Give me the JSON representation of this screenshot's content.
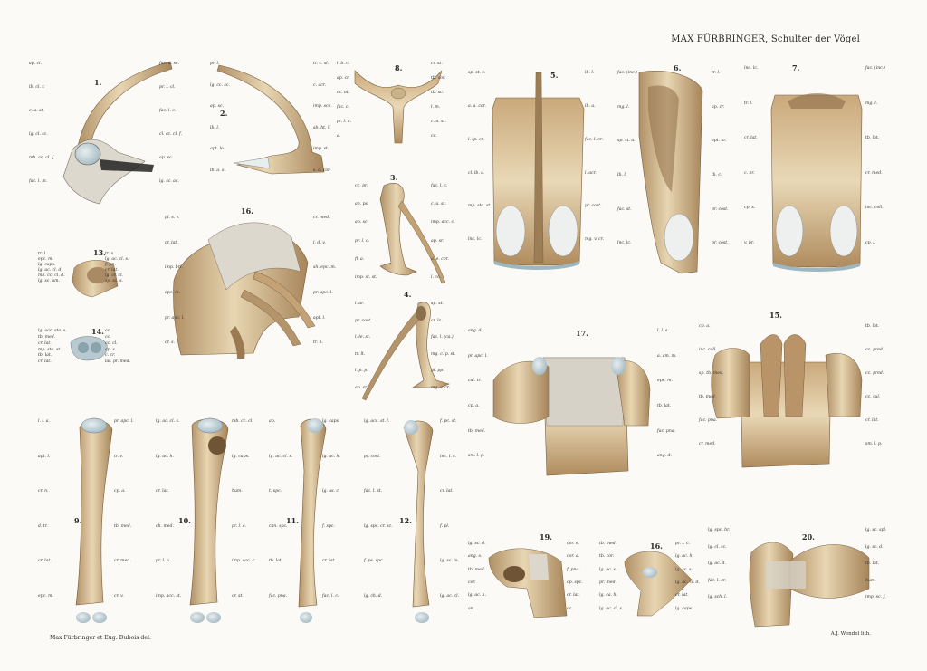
{
  "header": {
    "author": "MAX FÜRBRINGER,",
    "title": "Schulter der Vögel"
  },
  "footer": {
    "left": "Max Fürbringer et Eug. Dubois del.",
    "right": "A.J. Wendel lith."
  },
  "figures": [
    {
      "n": "1."
    },
    {
      "n": "2."
    },
    {
      "n": "3."
    },
    {
      "n": "4."
    },
    {
      "n": "5."
    },
    {
      "n": "6."
    },
    {
      "n": "7."
    },
    {
      "n": "8."
    },
    {
      "n": "9."
    },
    {
      "n": "10."
    },
    {
      "n": "11."
    },
    {
      "n": "12."
    },
    {
      "n": "13."
    },
    {
      "n": "14."
    },
    {
      "n": "15."
    },
    {
      "n": "16."
    },
    {
      "n": "16."
    },
    {
      "n": "17."
    },
    {
      "n": "19."
    },
    {
      "n": "20."
    }
  ],
  "labels": [
    "ap. cl.",
    "fac. a. sc.",
    "lb. cl. r.",
    "pr. l. cl.",
    "c. a. st.",
    "fac. l. c.",
    "lg. cl. sc.",
    "cl. cc. cl. f.",
    "mb. cc. cl. f.",
    "ap. sc.",
    "fac. l. m.",
    "lg. sc. ac.",
    "pr. l.",
    "tr. c. sl.",
    "lg. cc. sc.",
    "c. acr.",
    "ap. sc.",
    "imp. scc.",
    "lb. l.",
    "sb. ht. l.",
    "apt. lo.",
    "imp. st.",
    "lb. a. s.",
    "s. c. cor.",
    "l. b. c.",
    "cr. st.",
    "ap. cr.",
    "tb. cor.",
    "cc. at.",
    "tb. sc.",
    "fac. c.",
    "l. m.",
    "pr. l. c.",
    "c. a. st.",
    "a.",
    "cc.",
    "cc. pr.",
    "fac. l. c.",
    "an. ps.",
    "c. a. st.",
    "ap. sc.",
    "imp. acc. c.",
    "pr. l. c.",
    "ap. sr.",
    "fl. a.",
    "a. e. cor.",
    "imp. st. st.",
    "l. cc.",
    "l. ar.",
    "sp. st.",
    "pr. cost.",
    "cr. lc.",
    "l. le. st.",
    "fac. l. (ca.)",
    "tr. lt.",
    "mg. c. p. st.",
    "l. p. p.",
    "pl. pp.",
    "ap. cr.",
    "mg. v. cr.",
    "sp. st. c.",
    "lb. l.",
    "a. a. cor.",
    "lb. a.",
    "l. tp. cr.",
    "fac. l. cr.",
    "cl. lb. a.",
    "l. acr.",
    "mp. sto. st.",
    "pr. cost.",
    "lnc. lc.",
    "mg. v. cr.",
    "fac. (inc.)",
    "tr. l.",
    "mg. l.",
    "ap. cr.",
    "sp. st. a.",
    "apt. lo.",
    "lb. l.",
    "lb. c.",
    "fac. st.",
    "pr. cost.",
    "lnc. lc.",
    "pr. cost.",
    "lnc. lc.",
    "fac. (inc.)",
    "tr. l.",
    "mg. l.",
    "cr. lat.",
    "tb. lat.",
    "c. br.",
    "cr. med.",
    "cp. s.",
    "inc. coll.",
    "v. br.",
    "cp. l.",
    "tr. l.",
    "tr. v.",
    "epc. m.",
    "lg. ac. cl. s.",
    "lg. caps.",
    "f. pn.",
    "lg. ac. cl. d.",
    "cr. lat.",
    "mb. cc. cl. d.",
    "lg. cr. cl.",
    "lg. sc. hm.",
    "sp. sc. s.",
    "lg. acc. sto. s.",
    "cc.",
    "tb. med.",
    "cc.",
    "cr. lat.",
    "cc. cl.",
    "mp. sto. st.",
    "cp. s.",
    "tb. lat.",
    "c. cr.",
    "cr. lat.",
    "lat. pr. med.",
    "pl. s. v.",
    "cr. med.",
    "cr. lat.",
    "l. d. v.",
    "imp. bri.",
    "sh. epc. m.",
    "epc. m.",
    "pr. apc. l.",
    "pr. apc. l.",
    "apt. l.",
    "cr. s.",
    "tr. n.",
    "cp. a.",
    "tb. lat.",
    "inc. coll.",
    "cc. pred.",
    "sp. tb. med.",
    "cc. pred.",
    "tb. med.",
    "cc. sul.",
    "fac. pna.",
    "cr. lat.",
    "cr. med.",
    "sm. l. p.",
    "ang. d.",
    "l. l. a.",
    "pr. apc. l.",
    "a. am. m.",
    "cal. tr.",
    "epc. m.",
    "cp. a.",
    "tb. lat.",
    "tb. med.",
    "fac. pna.",
    "sm. l. p.",
    "ang. d.",
    "l. l. a.",
    "pr. apc. l.",
    "apt. l.",
    "tr. v.",
    "cr. n.",
    "cp. a.",
    "d. tr.",
    "tb. med.",
    "cr. lat.",
    "cr. med.",
    "epc. m.",
    "cr. v.",
    "lg. ac. cl. s.",
    "mb. cc. cl.",
    "lg. ac. h.",
    "lg. caps.",
    "cr. lat.",
    "hum.",
    "ch. med.",
    "pr. l. c.",
    "pr. l. a.",
    "imp. acc. c.",
    "imp. acc. st.",
    "cr. st.",
    "ap.",
    "lg. caps.",
    "lg. ac. cl. s.",
    "lg. ac. h.",
    "t. spc.",
    "lg. as. c.",
    "can. spc.",
    "f. spc.",
    "tb. lat.",
    "cr. lat.",
    "fac. pna.",
    "fac. l. c.",
    "lg. acc. st. l.",
    "f. pc. st.",
    "pr. cost.",
    "inc. l. c.",
    "fac. l. st.",
    "cr. lat.",
    "lg. spc. cr. sc.",
    "f. pl.",
    "f. ps. spc.",
    "lg. sc. lo.",
    "lg. ch. d.",
    "lg. ac. cl.",
    "lg. sc. d.",
    "cor. e.",
    "ang. s.",
    "cor. a.",
    "tb. med.",
    "f. pna.",
    "cor.",
    "cp. spc.",
    "lg. ac. h.",
    "cr. lat.",
    "an.",
    "cc.",
    "tb. med.",
    "pr. l. c.",
    "tb. cor.",
    "lg. ac. h.",
    "lg. ac. s.",
    "lg. sc. s.",
    "pr. med.",
    "lg. ac. cl. d.",
    "lg. ca. h.",
    "cr. lat.",
    "lg. ac. cl. s.",
    "lg. caps.",
    "lg. spc. hr.",
    "lg. sc. spl.",
    "lg. cl. sc.",
    "lg. sc. d.",
    "lg. ac. d.",
    "tb. lat.",
    "fac. l. cr.",
    "hum.",
    "lg. sch. l.",
    "imp. sc. f."
  ]
}
